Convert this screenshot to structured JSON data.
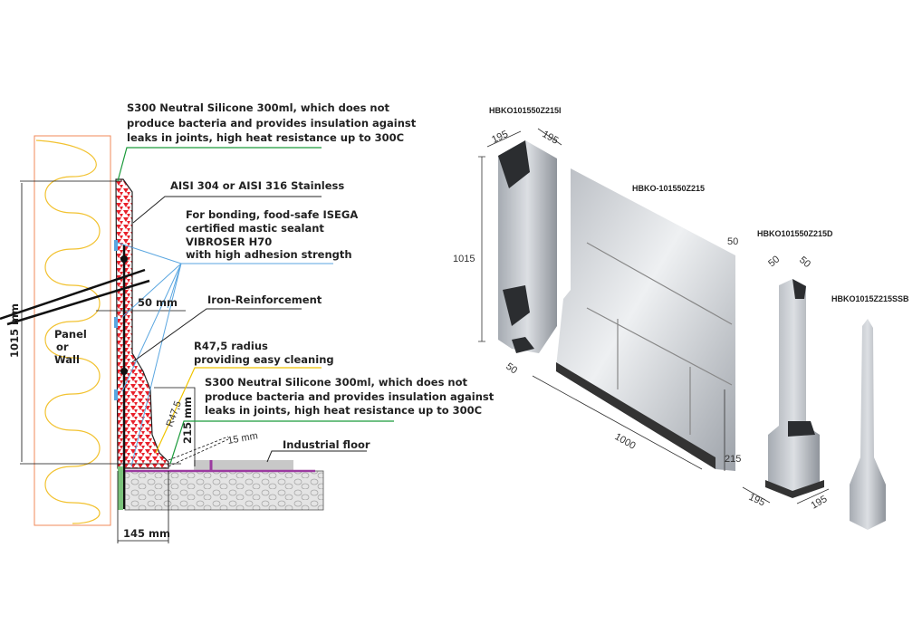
{
  "section_drawing": {
    "silicone_top": [
      "S300 Neutral Silicone 300ml, which does not",
      "produce bacteria and provides insulation against",
      "leaks in joints, high heat resistance up to 300C"
    ],
    "stainless": "AISI 304 or AISI 316 Stainless",
    "mastic": [
      "For bonding, food-safe ISEGA",
      "certified mastic sealant",
      "VIBROSER H70",
      "with high adhesion strength"
    ],
    "iron": "Iron-Reinforcement",
    "dim_50": "50 mm",
    "panel": [
      "Panel",
      "or",
      "Wall"
    ],
    "dim_1015": "1015 mm",
    "radius": [
      "R47,5 radius",
      "providing easy cleaning"
    ],
    "silicone_bottom": [
      "S300 Neutral Silicone 300ml, which does not",
      "produce bacteria and provides insulation against",
      "leaks in joints, high heat resistance up to 300C"
    ],
    "r_label": "R47,5",
    "dim_215": "215 mm",
    "dim_15": "15 mm",
    "floor": "Industrial floor",
    "dim_145": "145 mm"
  },
  "products": {
    "corner": {
      "code": "HBKO101550Z215I",
      "w1": "195",
      "w2": "195",
      "h": "1015",
      "b": "50"
    },
    "panel": {
      "code": "HBKO-101550Z215",
      "t": "50",
      "l": "1000",
      "h": "215"
    },
    "column": {
      "code": "HBKO101550Z215D",
      "a": "50",
      "b": "50",
      "w1": "195",
      "w2": "195"
    },
    "post": {
      "code": "HBKO1015Z215SSB"
    }
  },
  "colors": {
    "silicone": "#1a9a3a",
    "stainless": "#222222",
    "mastic": "#5aa6e0",
    "radius": "#f0c400",
    "profile": "#e8202a",
    "panel_outline": "#f08a5a",
    "insulation": "#f2c230"
  }
}
